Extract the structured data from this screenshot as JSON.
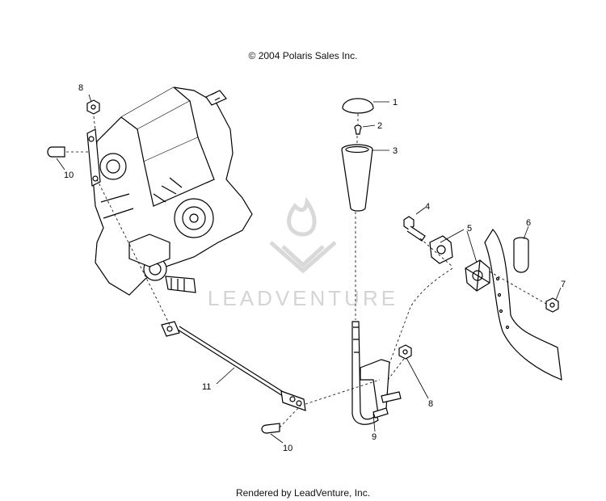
{
  "copyright": "© 2004 Polaris Sales Inc.",
  "footer": "Rendered by LeadVenture, Inc.",
  "watermark": "LEADVENTURE",
  "callouts": [
    "1",
    "2",
    "3",
    "4",
    "5",
    "6",
    "7",
    "8",
    "8",
    "9",
    "10",
    "10",
    "11"
  ],
  "colors": {
    "line": "#000000",
    "part_fill": "#ffffff",
    "watermark": "#d4d4d4"
  }
}
